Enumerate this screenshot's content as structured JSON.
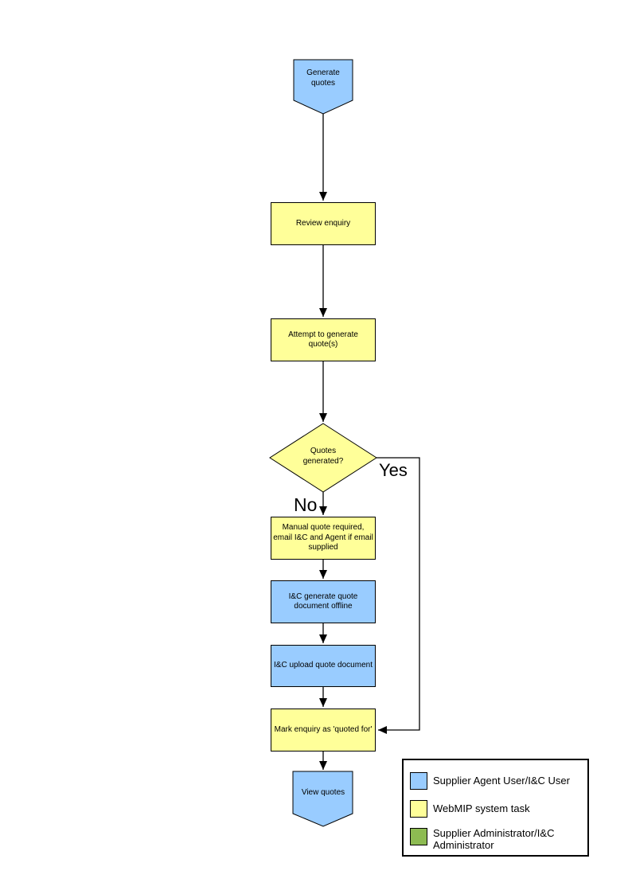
{
  "colors": {
    "actor_blue": "#99CCFF",
    "task_yellow": "#FFFF99",
    "admin_green": "#8DBB52",
    "line": "#000000"
  },
  "flowchart": {
    "start": {
      "label": "Generate quotes",
      "fill": "#99CCFF"
    },
    "review": {
      "label": "Review enquiry",
      "fill": "#FFFF99"
    },
    "attempt": {
      "label": "Attempt to generate quote(s)",
      "fill": "#FFFF99"
    },
    "decision": {
      "label": "Quotes generated?",
      "fill": "#FFFF99",
      "yes_label": "Yes",
      "no_label": "No"
    },
    "manual": {
      "label": "Manual quote required, email I&C and Agent if email supplied",
      "fill": "#FFFF99"
    },
    "generate_offline": {
      "label": "I&C generate quote document offline",
      "fill": "#99CCFF"
    },
    "upload": {
      "label": "I&C upload quote document",
      "fill": "#99CCFF"
    },
    "mark": {
      "label": "Mark enquiry as 'quoted for'",
      "fill": "#FFFF99"
    },
    "end": {
      "label": "View quotes",
      "fill": "#99CCFF"
    }
  },
  "legend": {
    "items": [
      {
        "label": "Supplier Agent User/I&C User",
        "color": "#99CCFF"
      },
      {
        "label": "WebMIP system task",
        "color": "#FFFF99"
      },
      {
        "label": "Supplier Administrator/I&C Administrator",
        "color": "#8DBB52"
      }
    ]
  }
}
